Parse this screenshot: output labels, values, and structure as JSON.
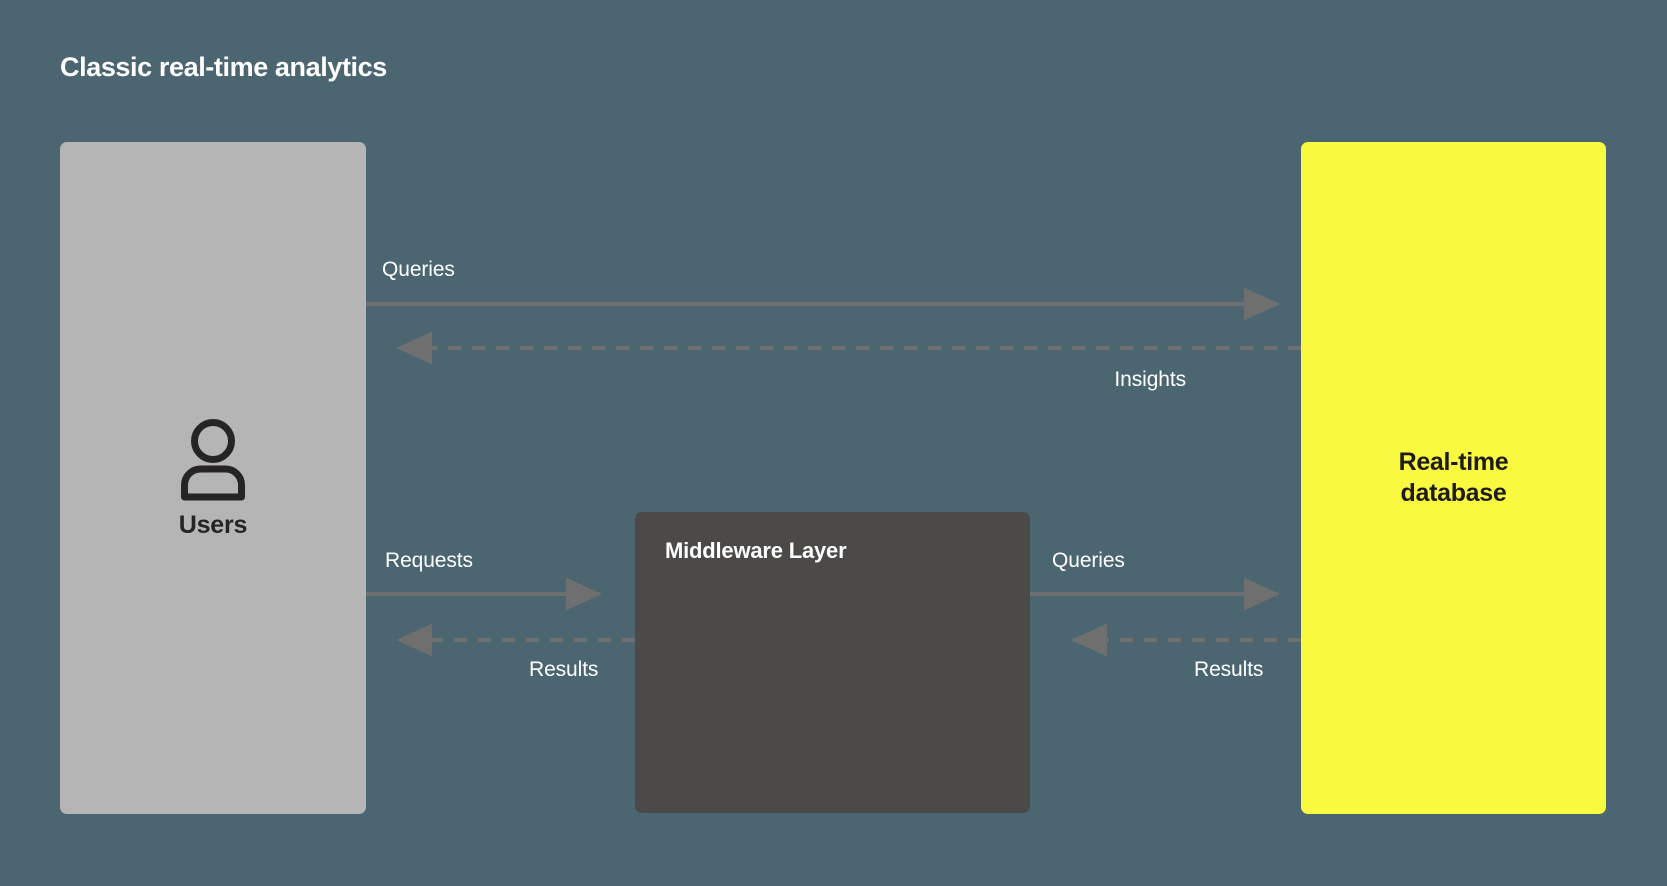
{
  "diagram": {
    "title": "Classic real-time analytics",
    "background_color": "#4b6670",
    "type": "flow-diagram"
  },
  "nodes": {
    "users": {
      "label": "Users",
      "icon": "user-icon",
      "fill_color": "#b5b5b5",
      "text_color": "#262424"
    },
    "middleware": {
      "label": "Middleware Layer",
      "fill_color": "#4c4a48",
      "text_color": "#ffffff"
    },
    "database": {
      "label_line1": "Real-time",
      "label_line2": "database",
      "fill_color": "#f9f93f",
      "text_color": "#1d1b1b"
    }
  },
  "edges": [
    {
      "id": "users-to-db-queries",
      "label": "Queries",
      "style": "solid",
      "direction": "right",
      "from": "users",
      "to": "database"
    },
    {
      "id": "db-to-users-insights",
      "label": "Insights",
      "style": "dashed",
      "direction": "left",
      "from": "database",
      "to": "users"
    },
    {
      "id": "users-to-middleware-req",
      "label": "Requests",
      "style": "solid",
      "direction": "right",
      "from": "users",
      "to": "middleware"
    },
    {
      "id": "middleware-to-users-res",
      "label": "Results",
      "style": "dashed",
      "direction": "left",
      "from": "middleware",
      "to": "users"
    },
    {
      "id": "middleware-to-db-queries",
      "label": "Queries",
      "style": "solid",
      "direction": "right",
      "from": "middleware",
      "to": "database"
    },
    {
      "id": "db-to-middleware-results",
      "label": "Results",
      "style": "dashed",
      "direction": "left",
      "from": "database",
      "to": "middleware"
    }
  ],
  "edge_labels": {
    "queries_top": "Queries",
    "insights": "Insights",
    "requests": "Requests",
    "results_left": "Results",
    "queries_mid": "Queries",
    "results_right": "Results"
  },
  "colors": {
    "background": "#4b6670",
    "connector": "#6f6f6f",
    "accent_yellow": "#f9f93f",
    "users_box": "#b5b5b5",
    "middleware_box": "#4c4a48"
  }
}
